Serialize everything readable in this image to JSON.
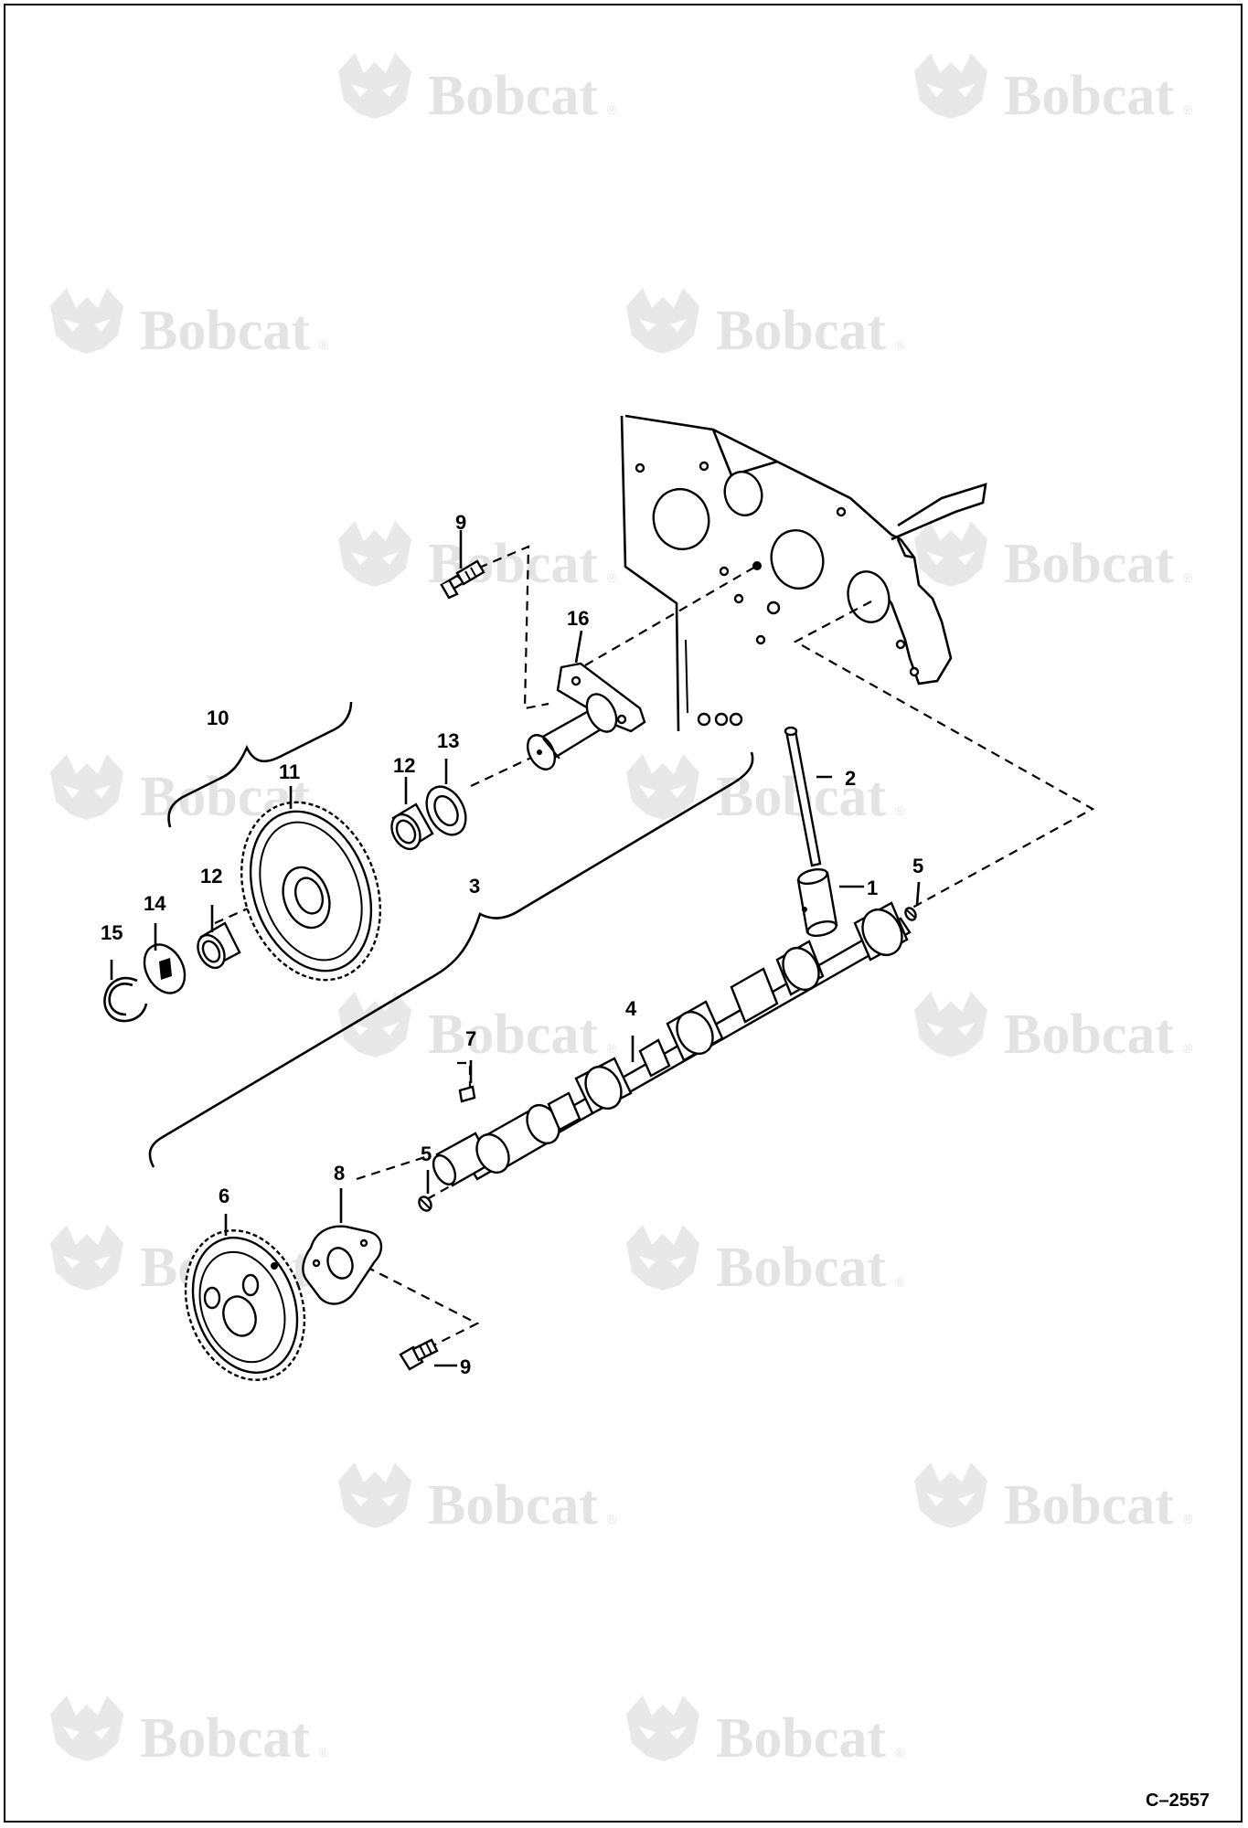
{
  "watermark": {
    "brand": "Bobcat",
    "registered": "®"
  },
  "figure_number": "C–2557",
  "callouts": [
    {
      "id": "callout-1",
      "label": "1"
    },
    {
      "id": "callout-2",
      "label": "2"
    },
    {
      "id": "callout-3",
      "label": "3"
    },
    {
      "id": "callout-4",
      "label": "4"
    },
    {
      "id": "callout-5-top",
      "label": "5"
    },
    {
      "id": "callout-5-bottom",
      "label": "5"
    },
    {
      "id": "callout-6",
      "label": "6"
    },
    {
      "id": "callout-7",
      "label": "7"
    },
    {
      "id": "callout-8",
      "label": "8"
    },
    {
      "id": "callout-9-top",
      "label": "9"
    },
    {
      "id": "callout-9-bottom",
      "label": "9"
    },
    {
      "id": "callout-10",
      "label": "10"
    },
    {
      "id": "callout-11",
      "label": "11"
    },
    {
      "id": "callout-12-upper",
      "label": "12"
    },
    {
      "id": "callout-12-lower",
      "label": "12"
    },
    {
      "id": "callout-13",
      "label": "13"
    },
    {
      "id": "callout-14",
      "label": "14"
    },
    {
      "id": "callout-15",
      "label": "15"
    },
    {
      "id": "callout-16",
      "label": "16"
    }
  ]
}
